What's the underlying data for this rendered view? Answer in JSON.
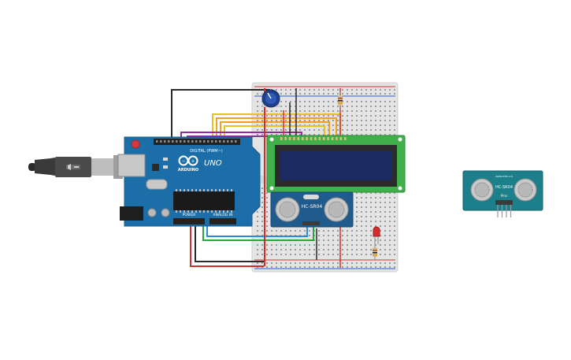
{
  "arduino": {
    "brand": "ARDUINO",
    "model": "UNO",
    "digital_label": "DIGITAL (PWM~)",
    "power_label": "POWER",
    "analog_label": "ANALOG IN",
    "board_color": "#1b6ea8",
    "chip_color": "#1a1a1a"
  },
  "sensor_breadboard": {
    "label": "HC-SR04"
  },
  "sensor_loose": {
    "label": "HC-SR04",
    "brand": "www.elec.cn",
    "pins_label": "Pins",
    "board_color": "#1c7f8a"
  },
  "lcd": {
    "pcb_color": "#3fb04a",
    "screen_color": "#1d2b63"
  },
  "icons": {
    "usb_cable": "usb-cable-icon",
    "potentiometer": "potentiometer-icon",
    "led": "red-led-icon",
    "resistor": "resistor-icon"
  },
  "wire_colors": {
    "black": "#2a2a2a",
    "red": "#d22c2c",
    "orange": "#f0a020",
    "yellow": "#e8c21a",
    "purple": "#8e2d9c",
    "green": "#28a745",
    "blue": "#2a8bd8"
  }
}
